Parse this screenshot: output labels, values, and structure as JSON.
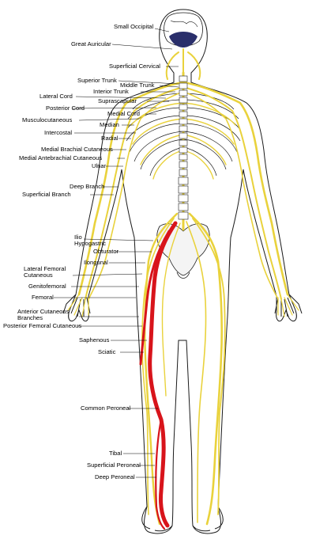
{
  "colors": {
    "background": "#ffffff",
    "body_outline": "#1a1a1a",
    "nerve": "#e9d23c",
    "nerve_edge": "#a89418",
    "sciatic": "#d8141b",
    "brain": "#2a2f6b",
    "bone": "#f4f4f4"
  },
  "labels": {
    "small_occipital": "Small Occipital",
    "great_auricular": "Great Auricular",
    "superficial_cervical": "Superficial Cervical",
    "superior_trunk": "Superior Trunk",
    "middle_trunk": "Middle Trunk",
    "interior_trunk": "Interior Trunk",
    "lateral_cord": "Lateral Cord",
    "suprascapular": "Suprascapular",
    "posterior_cord": "Posterior Cord",
    "medial_cord": "Medial Cord",
    "musculocutaneous": "Musculocutaneous",
    "median": "Median",
    "intercostal": "Intercostal",
    "radial": "Radial",
    "medial_brachial_cutaneous": "Medial Brachial Cutaneous",
    "medial_antebrachial_cutaneous": "Medial Antebrachial Cutaneous",
    "ulnar": "Ulnar",
    "deep_branch": "Deep Branch",
    "superficial_branch": "Superficial Branch",
    "ilio_hypogastric": "Ilio\nHypogastric",
    "obturator": "Obturator",
    "ilongunal": "Ilongunal",
    "lateral_femoral_cutaneous": "Lateral Femoral\nCutaneous",
    "genitofemoral": "Genitofemoral",
    "femoral": "Femoral",
    "anterior_cutaneous_branches": "Anterior Cutaneous\nBranches",
    "posterior_femoral_cutaneous": "Posterior Femoral Cutaneous",
    "saphenous": "Saphenous",
    "sciatic": "Sciatic",
    "common_peroneal": "Common Peroneal",
    "tibal": "Tibal",
    "superficial_peroneal": "Superficial Peroneal",
    "deep_peroneal": "Deep Peroneal"
  }
}
